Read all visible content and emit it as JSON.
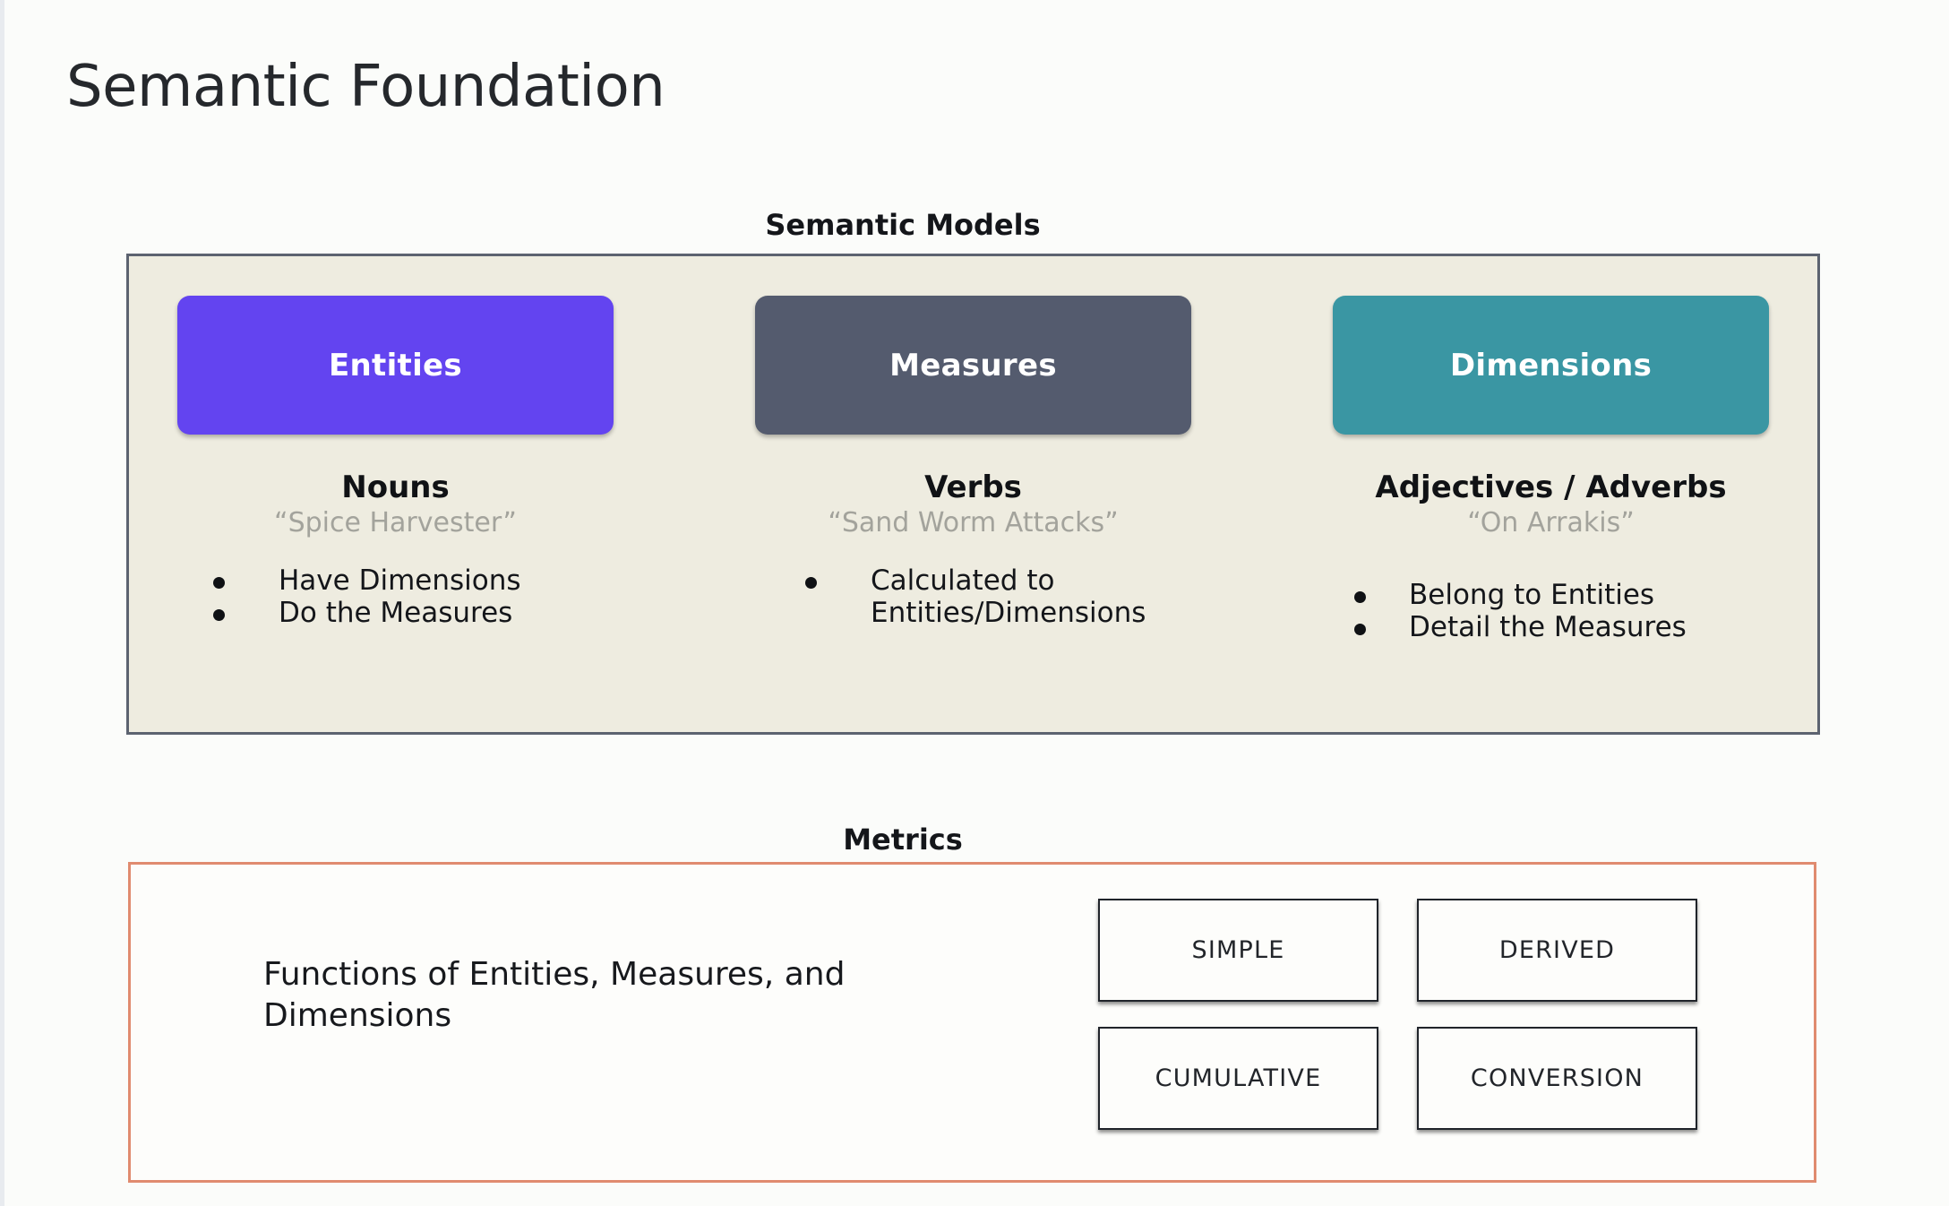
{
  "page": {
    "title": "Semantic Foundation",
    "background_color": "#fbfcfa"
  },
  "semantic_models": {
    "heading": "Semantic Models",
    "panel_background": "#eeece0",
    "panel_border_color": "#5c6370",
    "columns": [
      {
        "card_label": "Entities",
        "card_color": "#6344f0",
        "part_of_speech": "Nouns",
        "example": "“Spice Harvester”",
        "bullets": [
          "Have Dimensions",
          "Do the Measures"
        ]
      },
      {
        "card_label": "Measures",
        "card_color": "#545b6e",
        "part_of_speech": "Verbs",
        "example": "“Sand Worm Attacks”",
        "bullets": [
          "Calculated to Entities/Dimensions"
        ]
      },
      {
        "card_label": "Dimensions",
        "card_color": "#3a96a3",
        "part_of_speech": "Adjectives / Adverbs",
        "example": "“On Arrakis”",
        "bullets": [
          "Belong to Entities",
          "Detail the Measures"
        ]
      }
    ]
  },
  "metrics": {
    "heading": "Metrics",
    "panel_border_color": "#e08b6f",
    "description": "Functions of Entities, Measures, and Dimensions",
    "types": [
      "SIMPLE",
      "DERIVED",
      "CUMULATIVE",
      "CONVERSION"
    ]
  }
}
